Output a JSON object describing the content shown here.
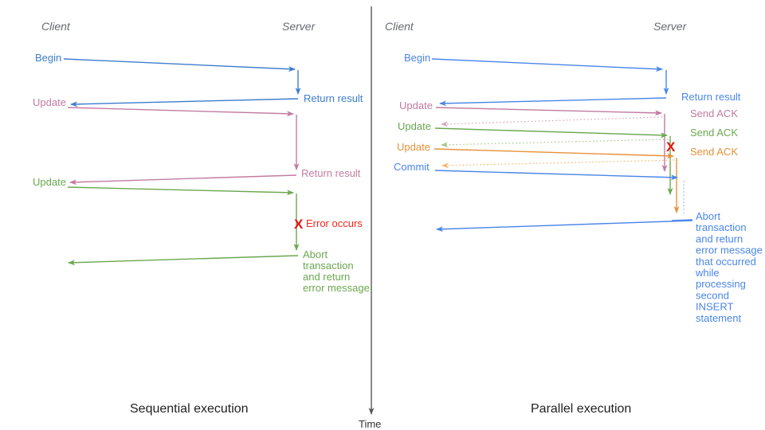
{
  "colors": {
    "blue_left": "#3e7dcc",
    "blue_right": "#4a86e8",
    "pink": "#c27ba0",
    "green": "#6aa84f",
    "orange": "#e69138",
    "red": "#e8150d",
    "axis_gray": "#595959",
    "header_gray": "#666a70",
    "caption_black": "#1f1f1f",
    "ack_pink_light": "#d5a6bd",
    "ack_green_light": "#a4c98a",
    "ack_orange_light": "#f6b26b",
    "ack_blue_light": "#8ab0ea"
  },
  "time_axis": {
    "label": "Time"
  },
  "left": {
    "client_label": "Client",
    "server_label": "Server",
    "caption": "Sequential execution",
    "begin_label": "Begin",
    "return_result_1": "Return result",
    "update1_label": "Update",
    "return_result_2": "Return result",
    "update2_label": "Update",
    "error_marker": "X",
    "error_label": "Error occurs",
    "abort_lines": [
      "Abort",
      "transaction",
      "and return",
      "error message"
    ]
  },
  "right": {
    "client_label": "Client",
    "server_label": "Server",
    "caption": "Parallel execution",
    "begin_label": "Begin",
    "return_result": "Return result",
    "update1_label": "Update",
    "update2_label": "Update",
    "update3_label": "Update",
    "commit_label": "Commit",
    "send_ack_1": "Send ACK",
    "send_ack_2": "Send ACK",
    "send_ack_3": "Send ACK",
    "error_marker": "X",
    "abort_lines": [
      "Abort",
      "transaction",
      "and return",
      "error message",
      "that occurred",
      "while",
      "processing",
      "second",
      "INSERT",
      "statement"
    ]
  }
}
